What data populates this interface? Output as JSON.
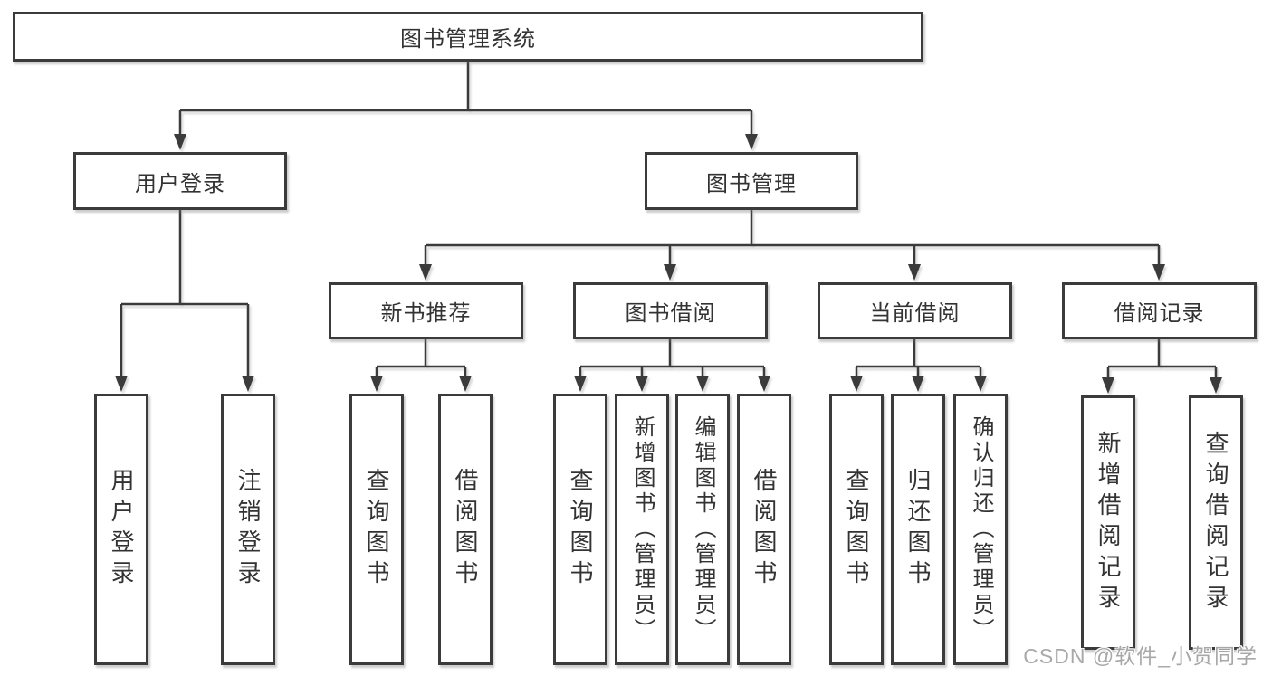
{
  "tree": {
    "root": {
      "label": "图书管理系统"
    },
    "branches": [
      {
        "label": "用户登录",
        "children": [
          {
            "label": "用户登录"
          },
          {
            "label": "注销登录"
          }
        ]
      },
      {
        "label": "图书管理",
        "children": [
          {
            "label": "新书推荐",
            "children": [
              {
                "label": "查询图书"
              },
              {
                "label": "借阅图书"
              }
            ]
          },
          {
            "label": "图书借阅",
            "children": [
              {
                "label": "查询图书"
              },
              {
                "label": "新增图书（管理员）"
              },
              {
                "label": "编辑图书（管理员）"
              },
              {
                "label": "借阅图书"
              }
            ]
          },
          {
            "label": "当前借阅",
            "children": [
              {
                "label": "查询图书"
              },
              {
                "label": "归还图书"
              },
              {
                "label": "确认归还（管理员）"
              }
            ]
          },
          {
            "label": "借阅记录",
            "children": [
              {
                "label": "新增借阅记录"
              },
              {
                "label": "查询借阅记录"
              }
            ]
          }
        ]
      }
    ]
  },
  "watermark": {
    "text": "CSDN @软件_小贺同学"
  },
  "colors": {
    "line": "#3b3b3b",
    "box_border": "#3b3b3b",
    "text": "#333333",
    "background": "#ffffff",
    "watermark_text": "#a8a8a8"
  }
}
